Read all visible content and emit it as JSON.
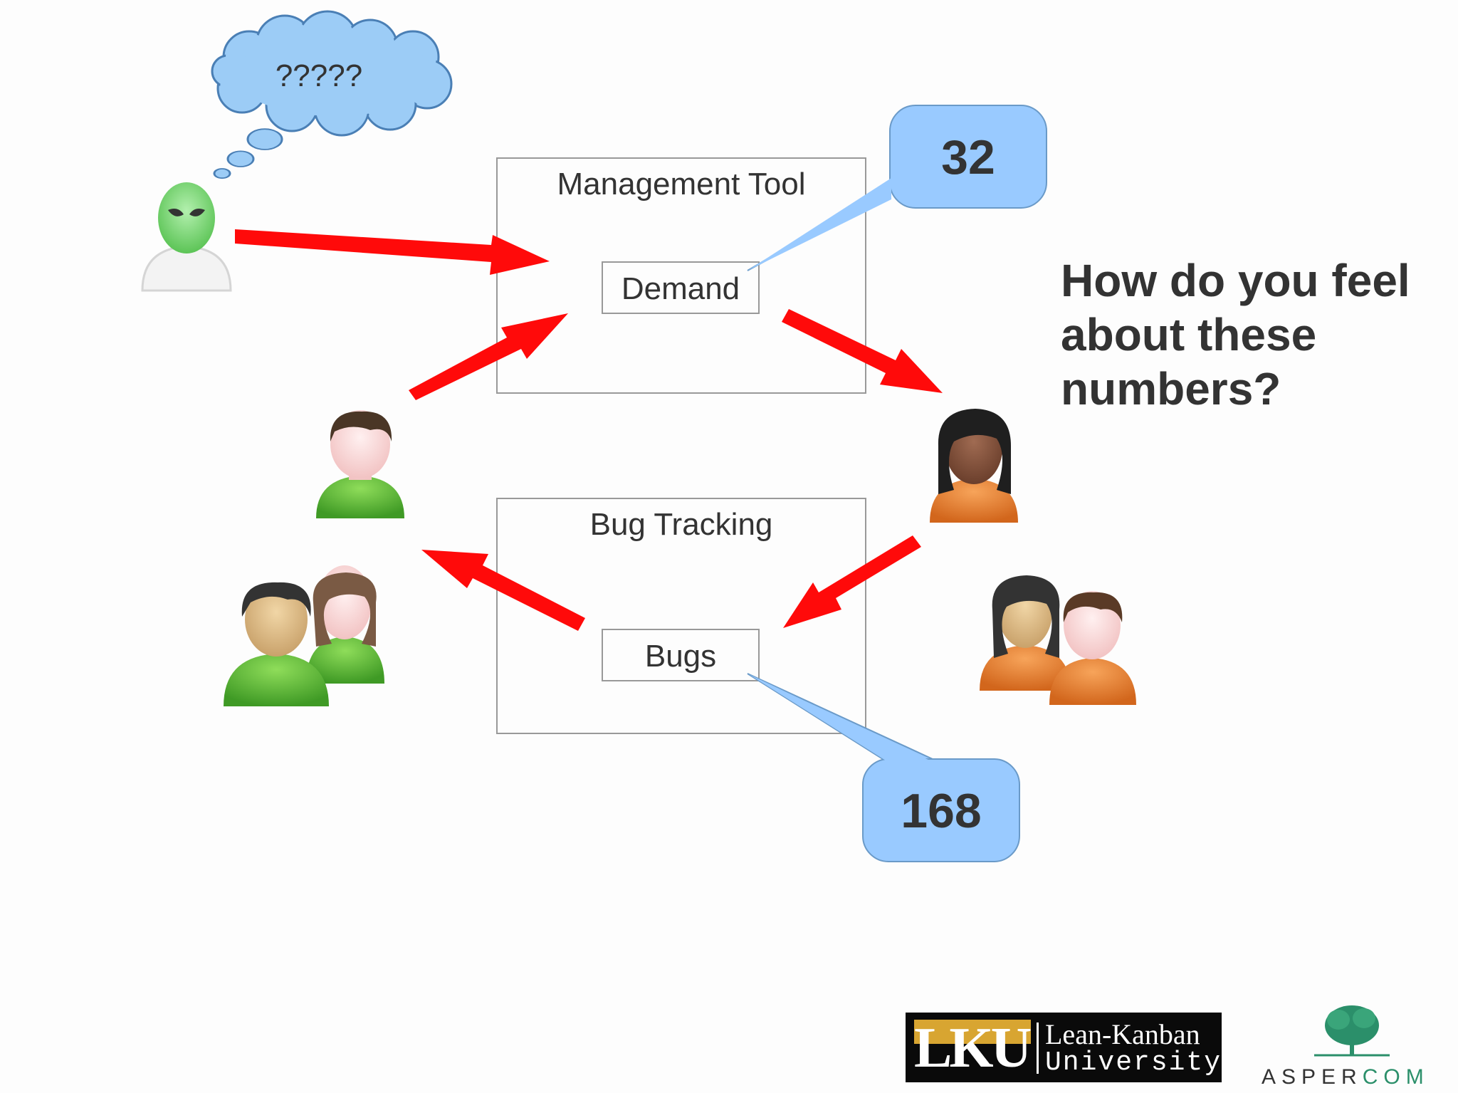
{
  "diagram": {
    "thought_bubble_text": "?????",
    "management_box": {
      "title": "Management Tool",
      "item": "Demand"
    },
    "bug_box": {
      "title": "Bug Tracking",
      "item": "Bugs"
    },
    "callouts": {
      "demand_count": "32",
      "bug_count": "168"
    },
    "question": "How do you feel about these numbers?"
  },
  "colors": {
    "arrow": "#ff0a0a",
    "callout": "#99caff",
    "green_shirt": "#5fb43a",
    "orange_shirt": "#e87e2b",
    "alien": "#7fd87a"
  },
  "logos": {
    "lku": {
      "mark": "LKU",
      "line1": "Lean-Kanban",
      "line2": "University"
    },
    "aspercom": {
      "prefix": "ASPER",
      "suffix": "COM"
    }
  },
  "icons": [
    "thought-cloud-icon",
    "alien-user-icon",
    "male-user-icon",
    "female-user-icon",
    "user-group-icon",
    "tree-logo-icon"
  ]
}
